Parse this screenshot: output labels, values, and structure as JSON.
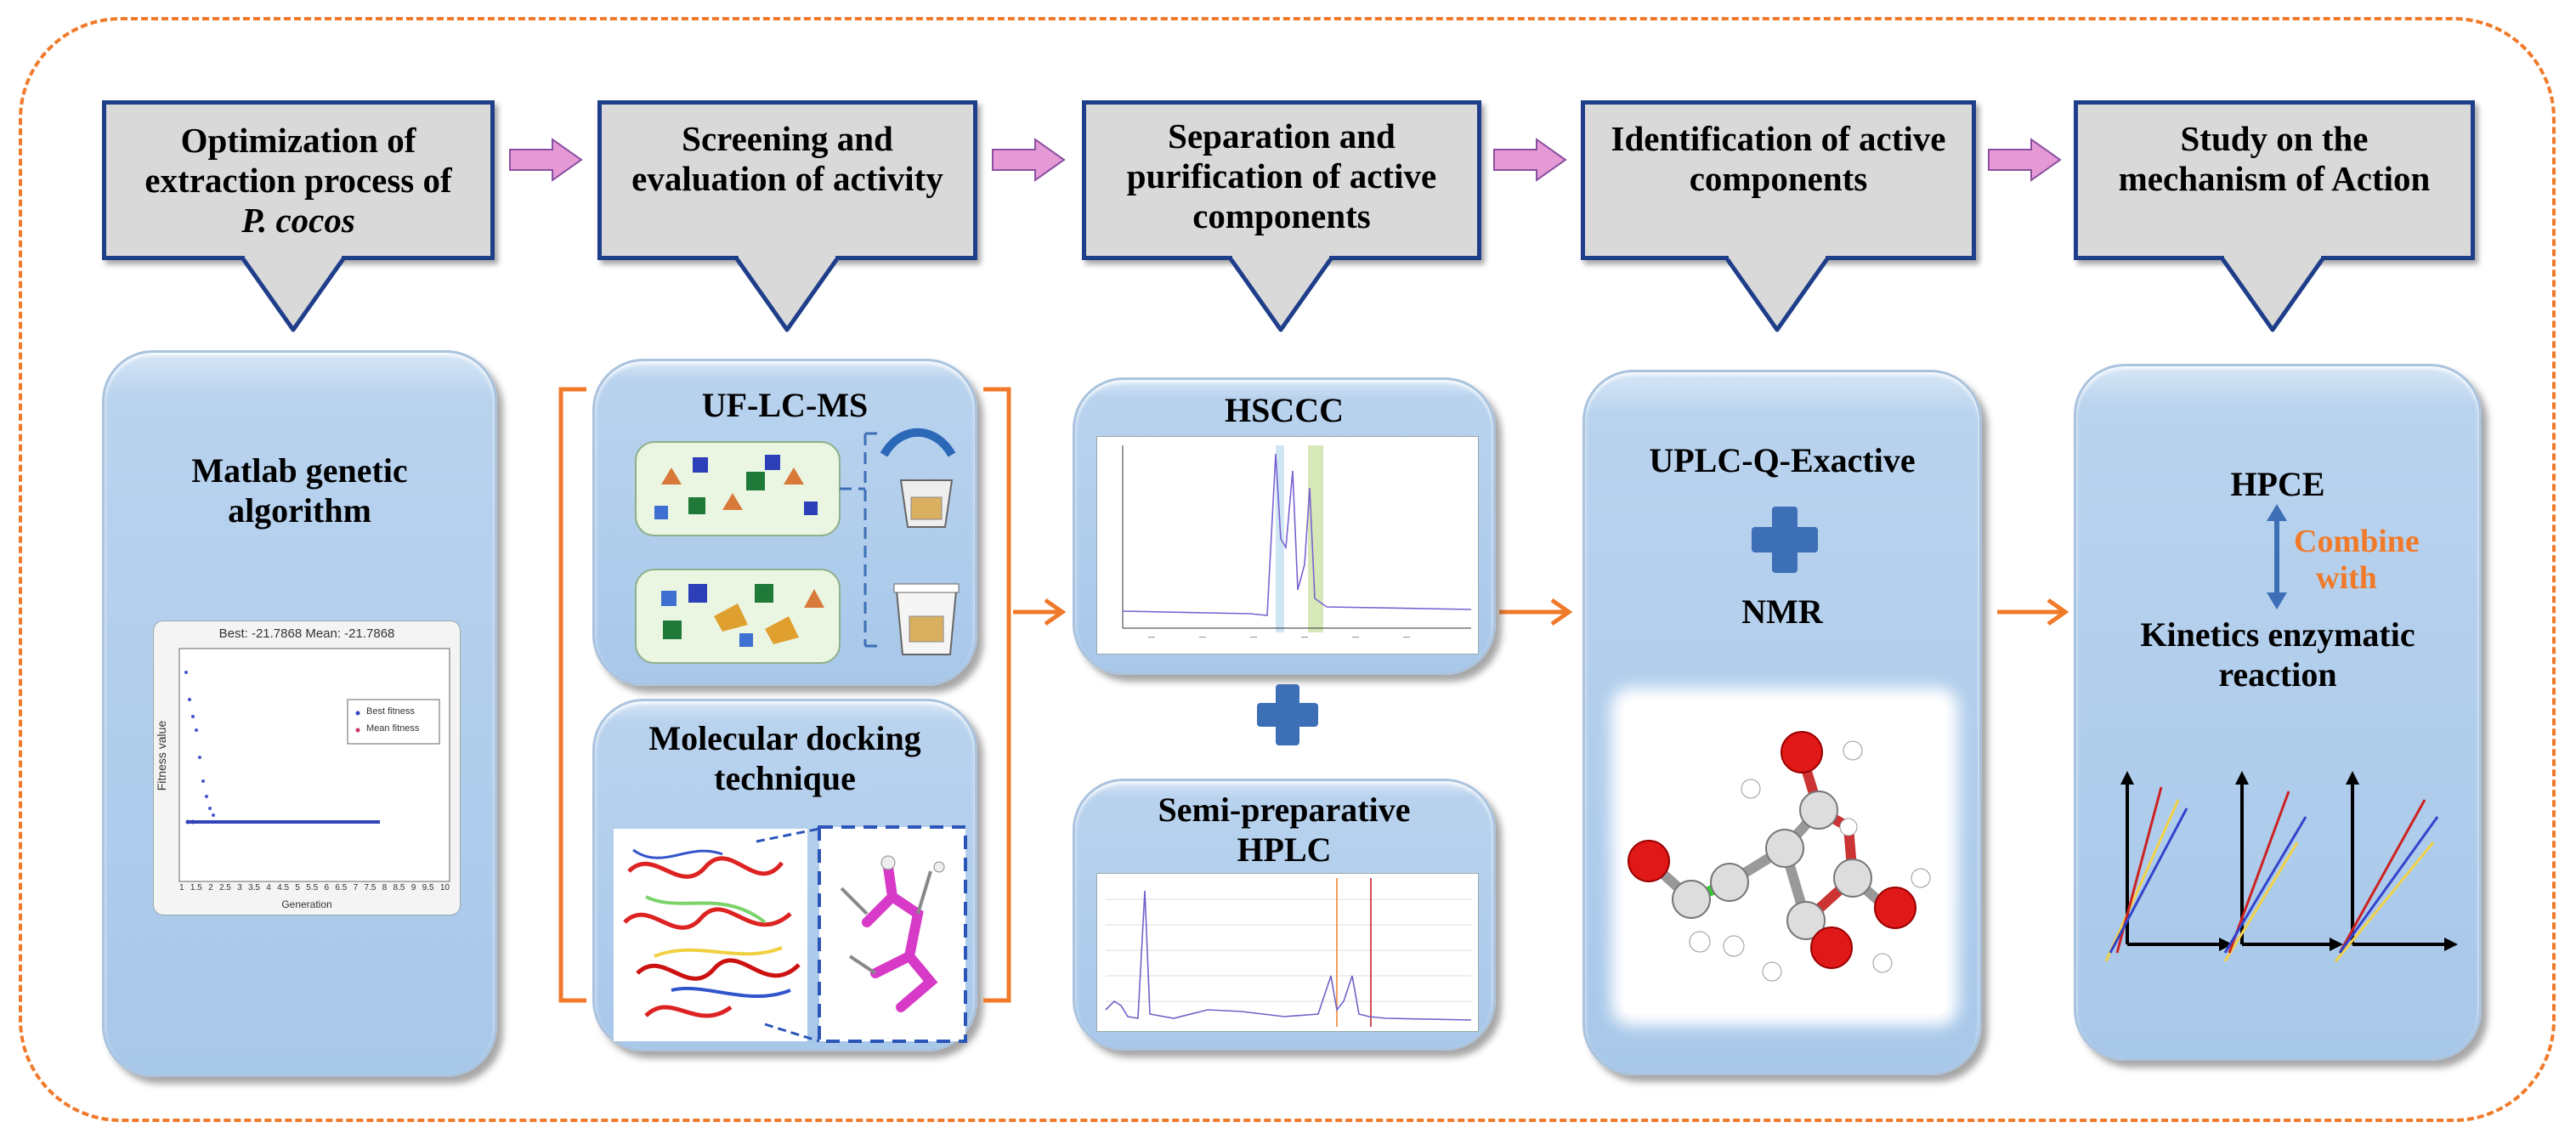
{
  "steps": [
    {
      "line1": "Optimization of",
      "line2": "extraction process of",
      "line3": "P. cocos"
    },
    {
      "line1": "Screening and",
      "line2": "evaluation of activity"
    },
    {
      "line1": "Separation and",
      "line2": "purification of active",
      "line3": "components"
    },
    {
      "line1": "Identification of active",
      "line2": "components"
    },
    {
      "line1": "Study on the",
      "line2": "mechanism of Action"
    }
  ],
  "panels": {
    "matlab": {
      "title_line1": "Matlab genetic",
      "title_line2": "algorithm",
      "plot_title": "Best: -21.7868 Mean: -21.7868",
      "ylabel": "Fitness value",
      "xlabel": "Generation",
      "legend": [
        "Best fitness",
        "Mean fitness"
      ],
      "xticks": [
        "1",
        "1.5",
        "2",
        "2.5",
        "3",
        "3.5",
        "4",
        "4.5",
        "5",
        "5.5",
        "6",
        "6.5",
        "7",
        "7.5",
        "8",
        "8.5",
        "9",
        "9.5",
        "10"
      ]
    },
    "ufms": {
      "title": "UF-LC-MS"
    },
    "docking": {
      "title_line1": "Molecular docking",
      "title_line2": "technique"
    },
    "hsccc": {
      "title": "HSCCC"
    },
    "semi": {
      "title_line1": "Semi-preparative",
      "title_line2": "HPLC"
    },
    "uplc": {
      "title": "UPLC-Q-Exactive",
      "title2": "NMR"
    },
    "hpce": {
      "title": "HPCE",
      "combine1": "Combine",
      "combine2": "with",
      "kin1": "Kinetics enzymatic",
      "kin2": "reaction"
    }
  },
  "colors": {
    "accent_orange": "#f07a2a",
    "step_border": "#1f3e8a",
    "pink_arrow": "#e59ad6",
    "plus_blue": "#3d6fb6"
  }
}
